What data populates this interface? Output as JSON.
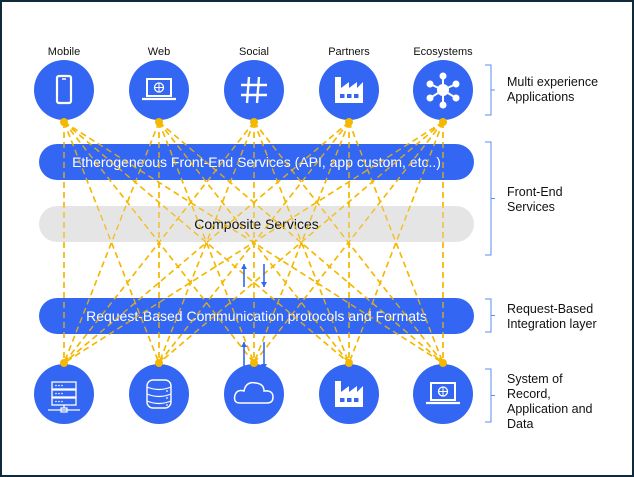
{
  "colors": {
    "primary": "#3366f2",
    "connector": "#f5b800",
    "composite": "#e5e5e5",
    "bracket": "#5b8cf0",
    "frame": "#0f2a3a"
  },
  "top_nodes": [
    {
      "label": "Mobile",
      "icon": "smartphone-icon"
    },
    {
      "label": "Web",
      "icon": "laptop-globe-icon"
    },
    {
      "label": "Social",
      "icon": "hashtag-icon"
    },
    {
      "label": "Partners",
      "icon": "factory-icon"
    },
    {
      "label": "Ecosystems",
      "icon": "network-hub-icon"
    }
  ],
  "bottom_nodes": [
    {
      "icon": "server-rack-icon"
    },
    {
      "icon": "database-icon"
    },
    {
      "icon": "cloud-icon"
    },
    {
      "icon": "factory-icon"
    },
    {
      "icon": "laptop-globe-icon"
    }
  ],
  "bars": {
    "front_end": "Etherogeneous Front-End Services (API, app custom, etc..)",
    "composite": "Composite Services",
    "request": "Request-Based Communication protocols and Formats"
  },
  "layers": {
    "multi_experience": [
      "Multi experience",
      "Applications"
    ],
    "front_end": [
      "Front-End",
      "Services"
    ],
    "integration": [
      "Request-Based",
      "Integration layer"
    ],
    "system_of_record": [
      "System of",
      "Record,",
      "Application and",
      "Data"
    ]
  }
}
